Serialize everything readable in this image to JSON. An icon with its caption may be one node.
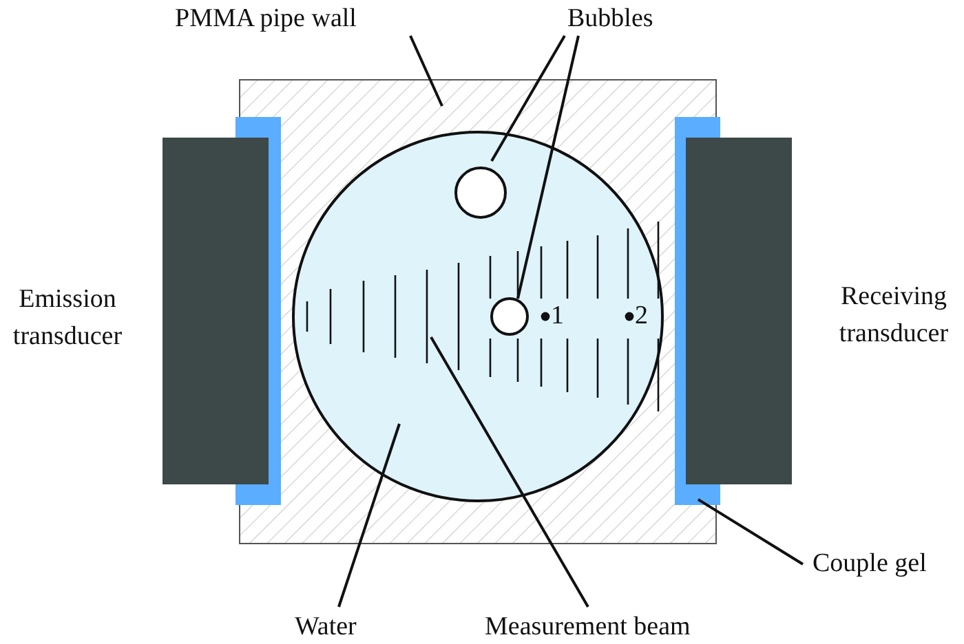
{
  "diagram": {
    "nodes": [
      {
        "text": [
          "PMMA pipe wall"
        ]
      },
      {
        "text": [],
        "shape": "box"
      },
      {
        "text": [],
        "shape": "circle",
        "in": 1
      },
      {
        "text": [
          "Bubbles"
        ]
      },
      {
        "text": [],
        "shape": "circle",
        "in": 2
      },
      {
        "text": [],
        "shape": "circle",
        "in": 2
      },
      {
        "text": [],
        "shape": "box"
      },
      {
        "text": [],
        "shape": "bar"
      },
      {
        "text": [],
        "shape": "bar"
      },
      {
        "text": [],
        "shape": "box"
      },
      {
        "text": [
          "Water"
        ]
      },
      {
        "text": [
          "Measurement beam"
        ]
      },
      {
        "text": [
          "Couple gel"
        ]
      }
    ],
    "edges": [
      {
        "from": 0,
        "to": 1,
        "arrow": "none"
      },
      {
        "from": 3,
        "to": 4,
        "arrow": "none"
      },
      {
        "from": 3,
        "to": 5,
        "arrow": "none"
      },
      {
        "from": 10,
        "to": 2,
        "arrow": "none"
      },
      {
        "from": 11,
        "to": null,
        "arrow": "none"
      },
      {
        "from": 12,
        "to": 8,
        "arrow": "none"
      }
    ],
    "labels": [
      "Emission transducer",
      "Receiving transducer",
      "1",
      "2"
    ]
  }
}
